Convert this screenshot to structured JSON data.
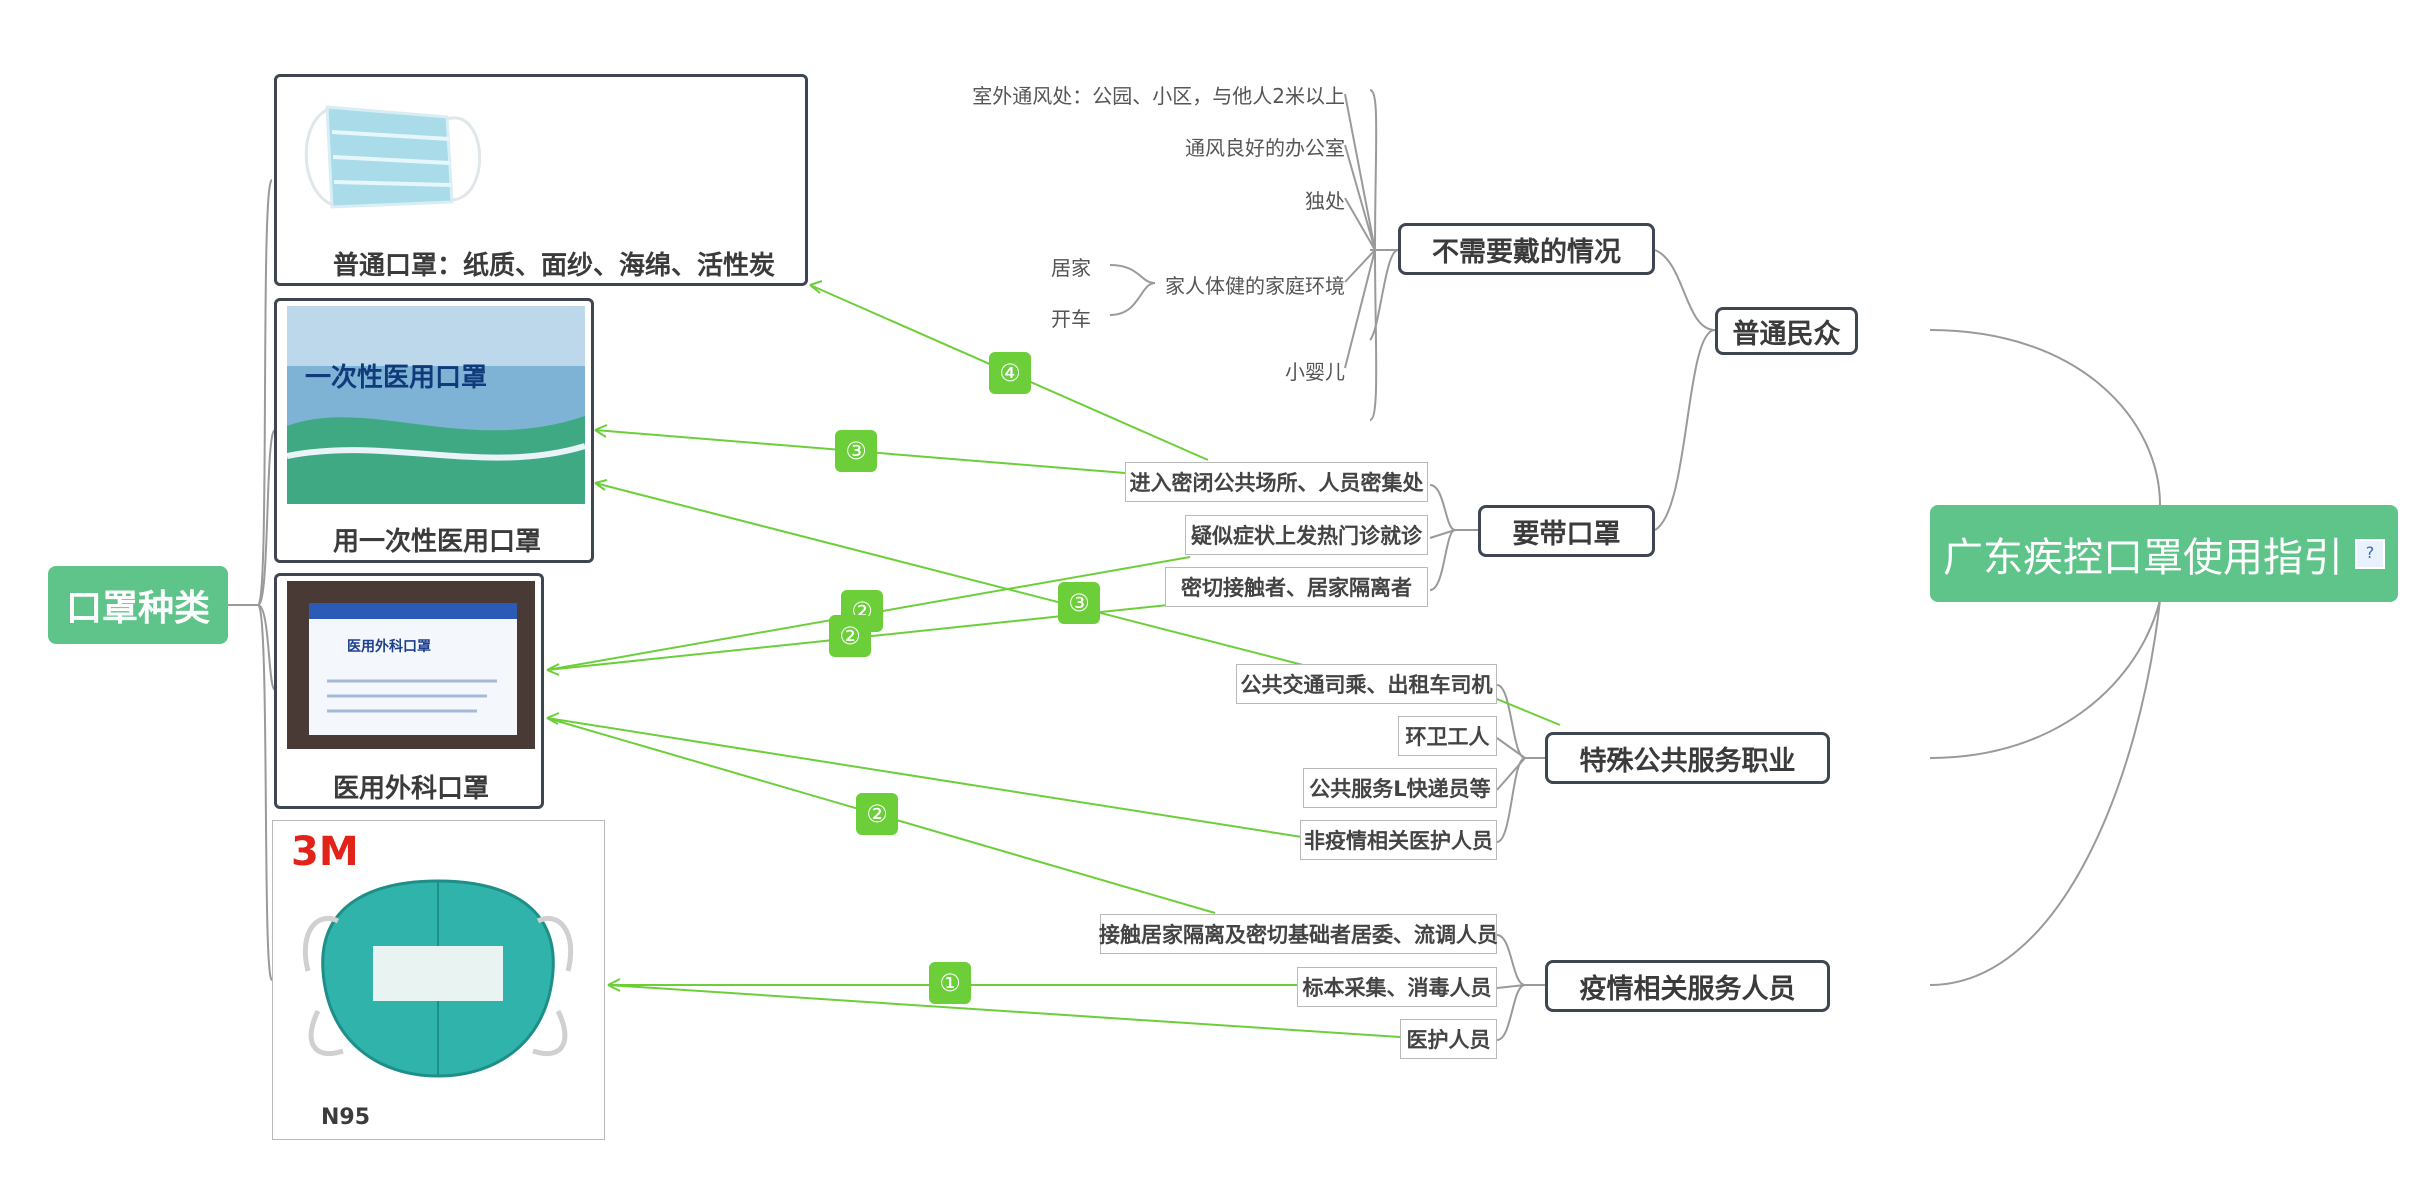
{
  "root": {
    "label": "广东疾控口罩使用指引",
    "note_icon": "?"
  },
  "category": {
    "label": "口罩种类"
  },
  "mask_types": [
    {
      "label": "普通口罩：纸质、面纱、海绵、活性炭"
    },
    {
      "label": "用一次性医用口罩"
    },
    {
      "label": "医用外科口罩"
    },
    {
      "label": "N95"
    }
  ],
  "photo_texts": {
    "disposable": "一次性医用口罩",
    "surgical": "医用外科口罩",
    "n95_brand": "3M"
  },
  "branches": {
    "public": "普通民众",
    "no_mask": "不需要戴的情况",
    "need_mask": "要带口罩",
    "special_jobs": "特殊公共服务职业",
    "epidemic_staff": "疫情相关服务人员"
  },
  "no_mask_items": [
    "室外通风处：公园、小区，与他人2米以上",
    "通风良好的办公室",
    "独处",
    "家人体健的家庭环境",
    "小婴儿"
  ],
  "home_items": [
    "居家",
    "开车"
  ],
  "need_mask_items": [
    "进入密闭公共场所、人员密集处",
    "疑似症状上发热门诊就诊",
    "密切接触者、居家隔离者"
  ],
  "special_jobs_items": [
    "公共交通司乘、出租车司机",
    "环卫工人",
    "公共服务L快递员等",
    "非疫情相关医护人员"
  ],
  "epidemic_items": [
    "接触居家隔离及密切基础者居委、流调人员",
    "标本采集、消毒人员",
    "医护人员"
  ],
  "badges": [
    "④",
    "③",
    "③",
    "②",
    "②",
    "②",
    "①"
  ],
  "colors": {
    "accent": "#5ec48a",
    "link": "#6ccf3a",
    "border": "#3e4652"
  }
}
